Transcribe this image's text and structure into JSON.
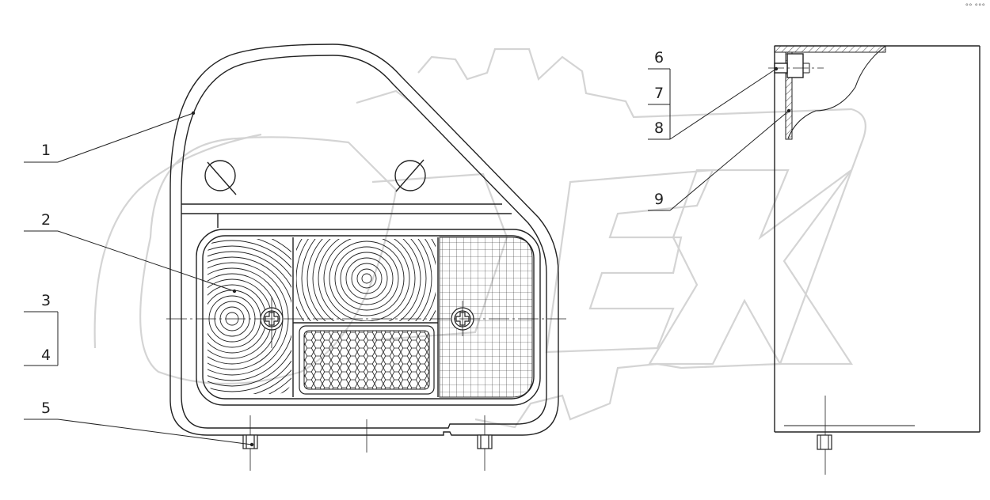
{
  "drawing": {
    "colors": {
      "line": "#222222",
      "watermark": "#d4d4d4",
      "background": "#ffffff"
    },
    "watermark": {
      "text": "ORIEX",
      "kind": "logo"
    },
    "callouts": [
      {
        "id": "c1",
        "label": "1"
      },
      {
        "id": "c2",
        "label": "2"
      },
      {
        "id": "c3",
        "label": "3"
      },
      {
        "id": "c4",
        "label": "4"
      },
      {
        "id": "c5",
        "label": "5"
      },
      {
        "id": "c6",
        "label": "6"
      },
      {
        "id": "c7",
        "label": "7"
      },
      {
        "id": "c8",
        "label": "8"
      },
      {
        "id": "c9",
        "label": "9"
      }
    ],
    "corner_mark": "°° °°°"
  }
}
